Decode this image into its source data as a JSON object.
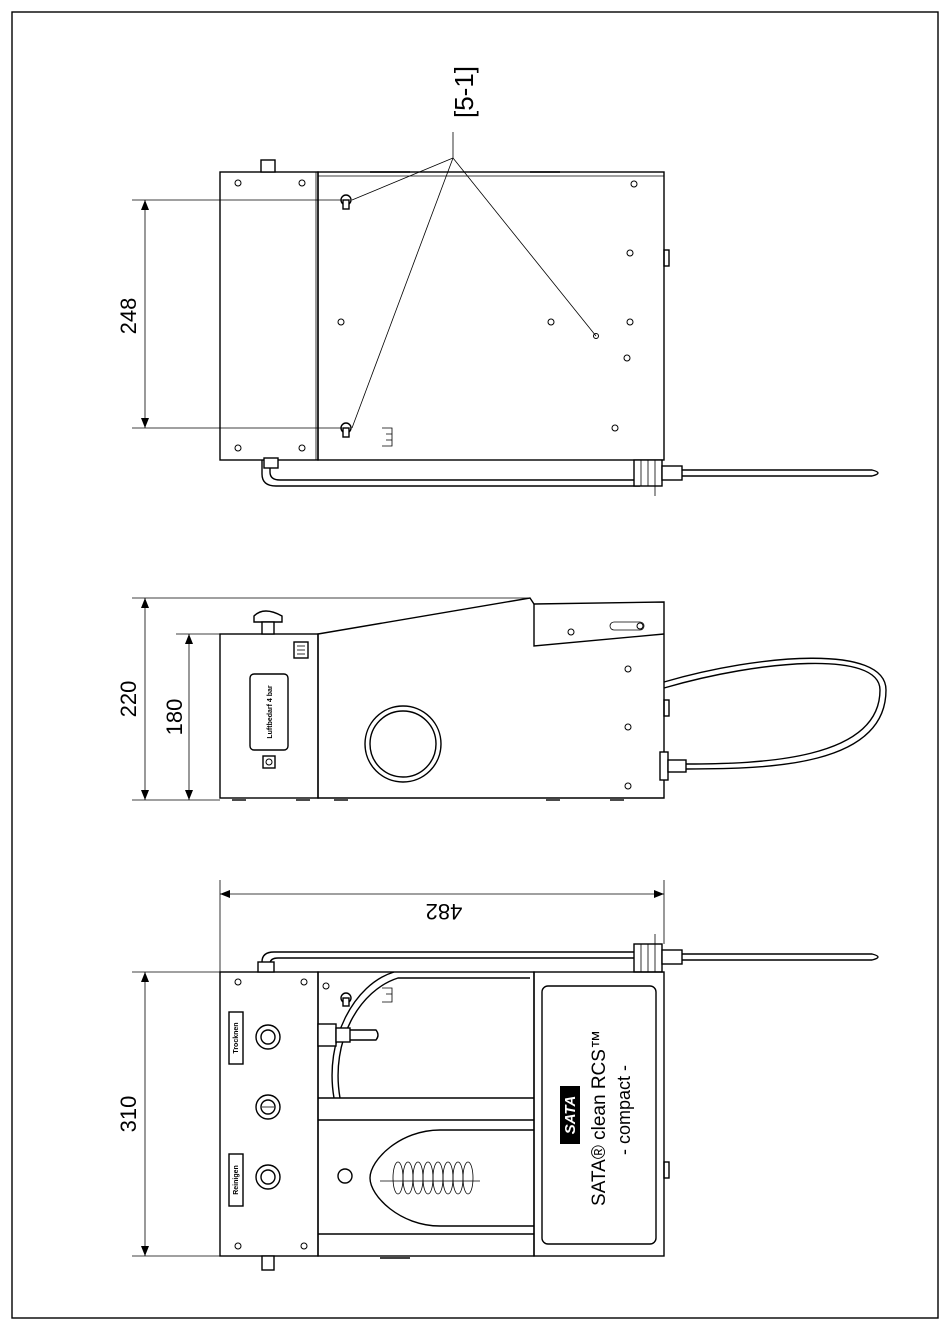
{
  "reference": "[5-1]",
  "dimensions": {
    "top_view_depth": "248",
    "side_view_height_total": "220",
    "side_view_height_body": "180",
    "front_view_width": "482",
    "front_view_depth": "310"
  },
  "labels": {
    "air_consumption": "Luftbedarf 4 bar",
    "blow_off": "Trocknen",
    "cleaning": "Reinigen",
    "brand_line_1": "SATA® clean RCS™",
    "brand_line_2": "- compact -",
    "logo": "SATA"
  }
}
